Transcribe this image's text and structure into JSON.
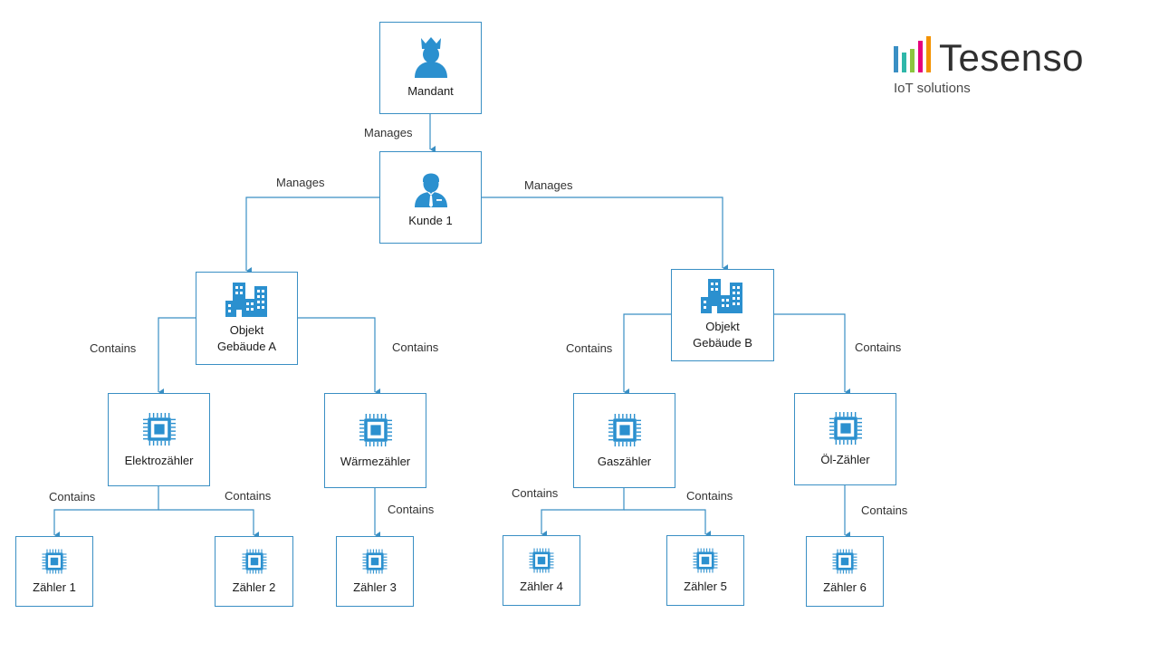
{
  "logo": {
    "brand": "Tesenso",
    "tagline": "IoT solutions",
    "bar_colors": [
      "#3a8fc4",
      "#2fb7a9",
      "#8cc63f",
      "#e5007d",
      "#f39200"
    ]
  },
  "colors": {
    "accent": "#3a8fc4",
    "connector": "#3a8fc4",
    "icon": "#2b90cf"
  },
  "nodes": [
    {
      "id": "mandant",
      "label": "Mandant",
      "icon": "user-crown-icon"
    },
    {
      "id": "kunde1",
      "label": "Kunde 1",
      "icon": "business-user-icon"
    },
    {
      "id": "gebA",
      "label": "Objekt\nGebäude A",
      "icon": "buildings-icon"
    },
    {
      "id": "gebB",
      "label": "Objekt\nGebäude B",
      "icon": "buildings-icon"
    },
    {
      "id": "elektro",
      "label": "Elektrozähler",
      "icon": "chip-icon"
    },
    {
      "id": "waerme",
      "label": "Wärmezähler",
      "icon": "chip-icon"
    },
    {
      "id": "gas",
      "label": "Gaszähler",
      "icon": "chip-icon"
    },
    {
      "id": "oel",
      "label": "Öl-Zähler",
      "icon": "chip-icon"
    },
    {
      "id": "z1",
      "label": "Zähler 1",
      "icon": "chip-icon"
    },
    {
      "id": "z2",
      "label": "Zähler 2",
      "icon": "chip-icon"
    },
    {
      "id": "z3",
      "label": "Zähler 3",
      "icon": "chip-icon"
    },
    {
      "id": "z4",
      "label": "Zähler 4",
      "icon": "chip-icon"
    },
    {
      "id": "z5",
      "label": "Zähler 5",
      "icon": "chip-icon"
    },
    {
      "id": "z6",
      "label": "Zähler 6",
      "icon": "chip-icon"
    }
  ],
  "edges": [
    {
      "from": "mandant",
      "to": "kunde1",
      "label": "Manages"
    },
    {
      "from": "kunde1",
      "to": "gebA",
      "label": "Manages"
    },
    {
      "from": "kunde1",
      "to": "gebB",
      "label": "Manages"
    },
    {
      "from": "gebA",
      "to": "elektro",
      "label": "Contains"
    },
    {
      "from": "gebA",
      "to": "waerme",
      "label": "Contains"
    },
    {
      "from": "gebB",
      "to": "gas",
      "label": "Contains"
    },
    {
      "from": "gebB",
      "to": "oel",
      "label": "Contains"
    },
    {
      "from": "elektro",
      "to": "z1",
      "label": "Contains"
    },
    {
      "from": "elektro",
      "to": "z2",
      "label": "Contains"
    },
    {
      "from": "waerme",
      "to": "z3",
      "label": "Contains"
    },
    {
      "from": "gas",
      "to": "z4",
      "label": "Contains"
    },
    {
      "from": "gas",
      "to": "z5",
      "label": "Contains"
    },
    {
      "from": "oel",
      "to": "z6",
      "label": "Contains"
    }
  ]
}
